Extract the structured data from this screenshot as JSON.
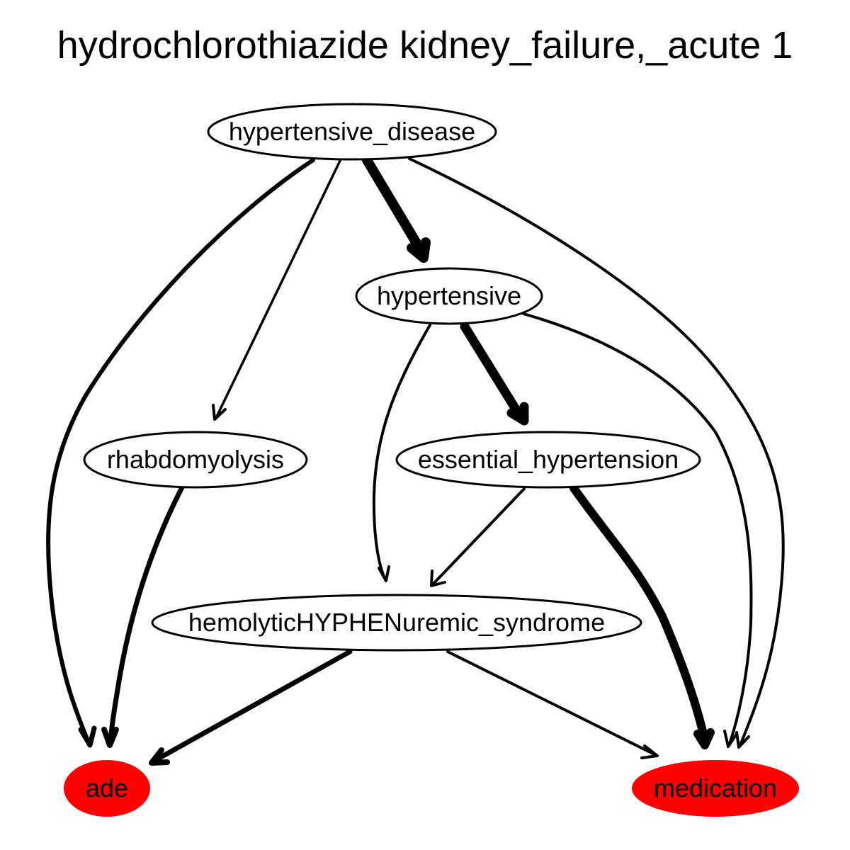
{
  "title": "hydrochlorothiazide kidney_failure,_acute 1",
  "colors": {
    "highlight": "#ff0000",
    "outline": "#000000",
    "background": "#ffffff"
  },
  "nodes": {
    "hypertensive_disease": {
      "label": "hypertensive_disease",
      "highlighted": false
    },
    "hypertensive": {
      "label": "hypertensive",
      "highlighted": false
    },
    "rhabdomyolysis": {
      "label": "rhabdomyolysis",
      "highlighted": false
    },
    "essential_hypertension": {
      "label": "essential_hypertension",
      "highlighted": false
    },
    "hemolytic": {
      "label": "hemolyticHYPHENuremic_syndrome",
      "highlighted": false
    },
    "ade": {
      "label": "ade",
      "highlighted": true
    },
    "medication": {
      "label": "medication",
      "highlighted": true
    }
  },
  "edges": [
    {
      "from": "hypertensive_disease",
      "to": "ade",
      "weight": "heavy"
    },
    {
      "from": "hypertensive_disease",
      "to": "rhabdomyolysis",
      "weight": "light"
    },
    {
      "from": "hypertensive_disease",
      "to": "hypertensive",
      "weight": "heaviest"
    },
    {
      "from": "hypertensive_disease",
      "to": "medication",
      "weight": "medium"
    },
    {
      "from": "hypertensive",
      "to": "hemolytic",
      "weight": "medium"
    },
    {
      "from": "hypertensive",
      "to": "essential_hypertension",
      "weight": "heaviest"
    },
    {
      "from": "hypertensive",
      "to": "medication",
      "weight": "medium"
    },
    {
      "from": "rhabdomyolysis",
      "to": "ade",
      "weight": "heavy"
    },
    {
      "from": "essential_hypertension",
      "to": "hemolytic",
      "weight": "medium"
    },
    {
      "from": "essential_hypertension",
      "to": "medication",
      "weight": "heaviest"
    },
    {
      "from": "hemolytic",
      "to": "ade",
      "weight": "heavy"
    },
    {
      "from": "hemolytic",
      "to": "medication",
      "weight": "medium"
    }
  ]
}
